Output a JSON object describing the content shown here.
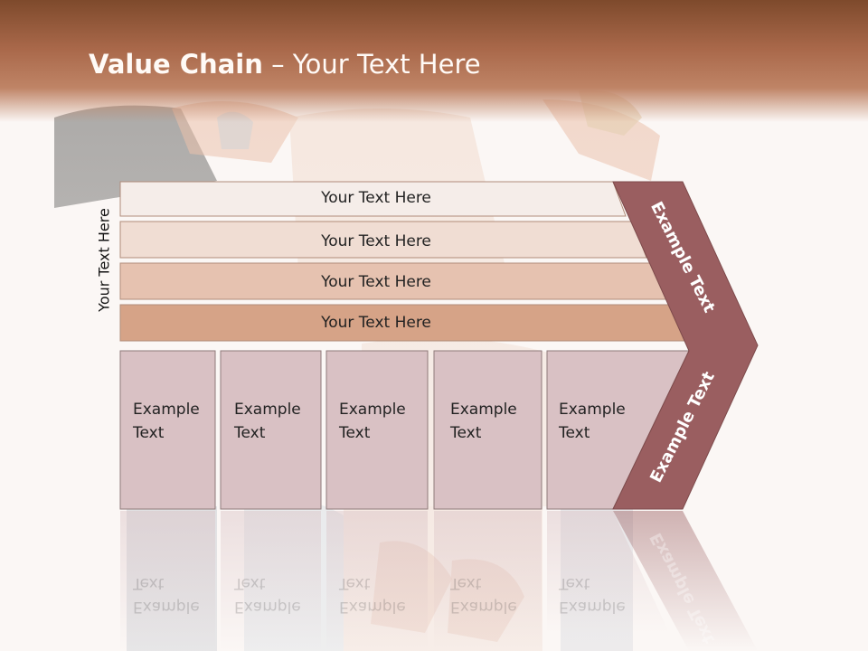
{
  "title": {
    "bold": "Value Chain",
    "rest": " – Your Text Here"
  },
  "side_label": "Your Text Here",
  "rows": [
    {
      "label": "Your Text Here",
      "fill": "#f5ede9"
    },
    {
      "label": "Your Text Here",
      "fill": "#f0ddd3"
    },
    {
      "label": "Your Text Here",
      "fill": "#e6c2b0"
    },
    {
      "label": "Your Text Here",
      "fill": "#d6a387"
    }
  ],
  "boxes": [
    {
      "line1": "Example",
      "line2": "Text"
    },
    {
      "line1": "Example",
      "line2": "Text"
    },
    {
      "line1": "Example",
      "line2": "Text"
    },
    {
      "line1": "Example",
      "line2": "Text"
    },
    {
      "line1": "Example",
      "line2": "Text"
    }
  ],
  "chevron": {
    "top_label": "Example Text",
    "bottom_label": "Example Text",
    "fill": "#9a5e60"
  },
  "colors": {
    "header": "#a9684a",
    "box_fill": "#d9c1c4",
    "box_stroke": "#8f7a7a"
  }
}
